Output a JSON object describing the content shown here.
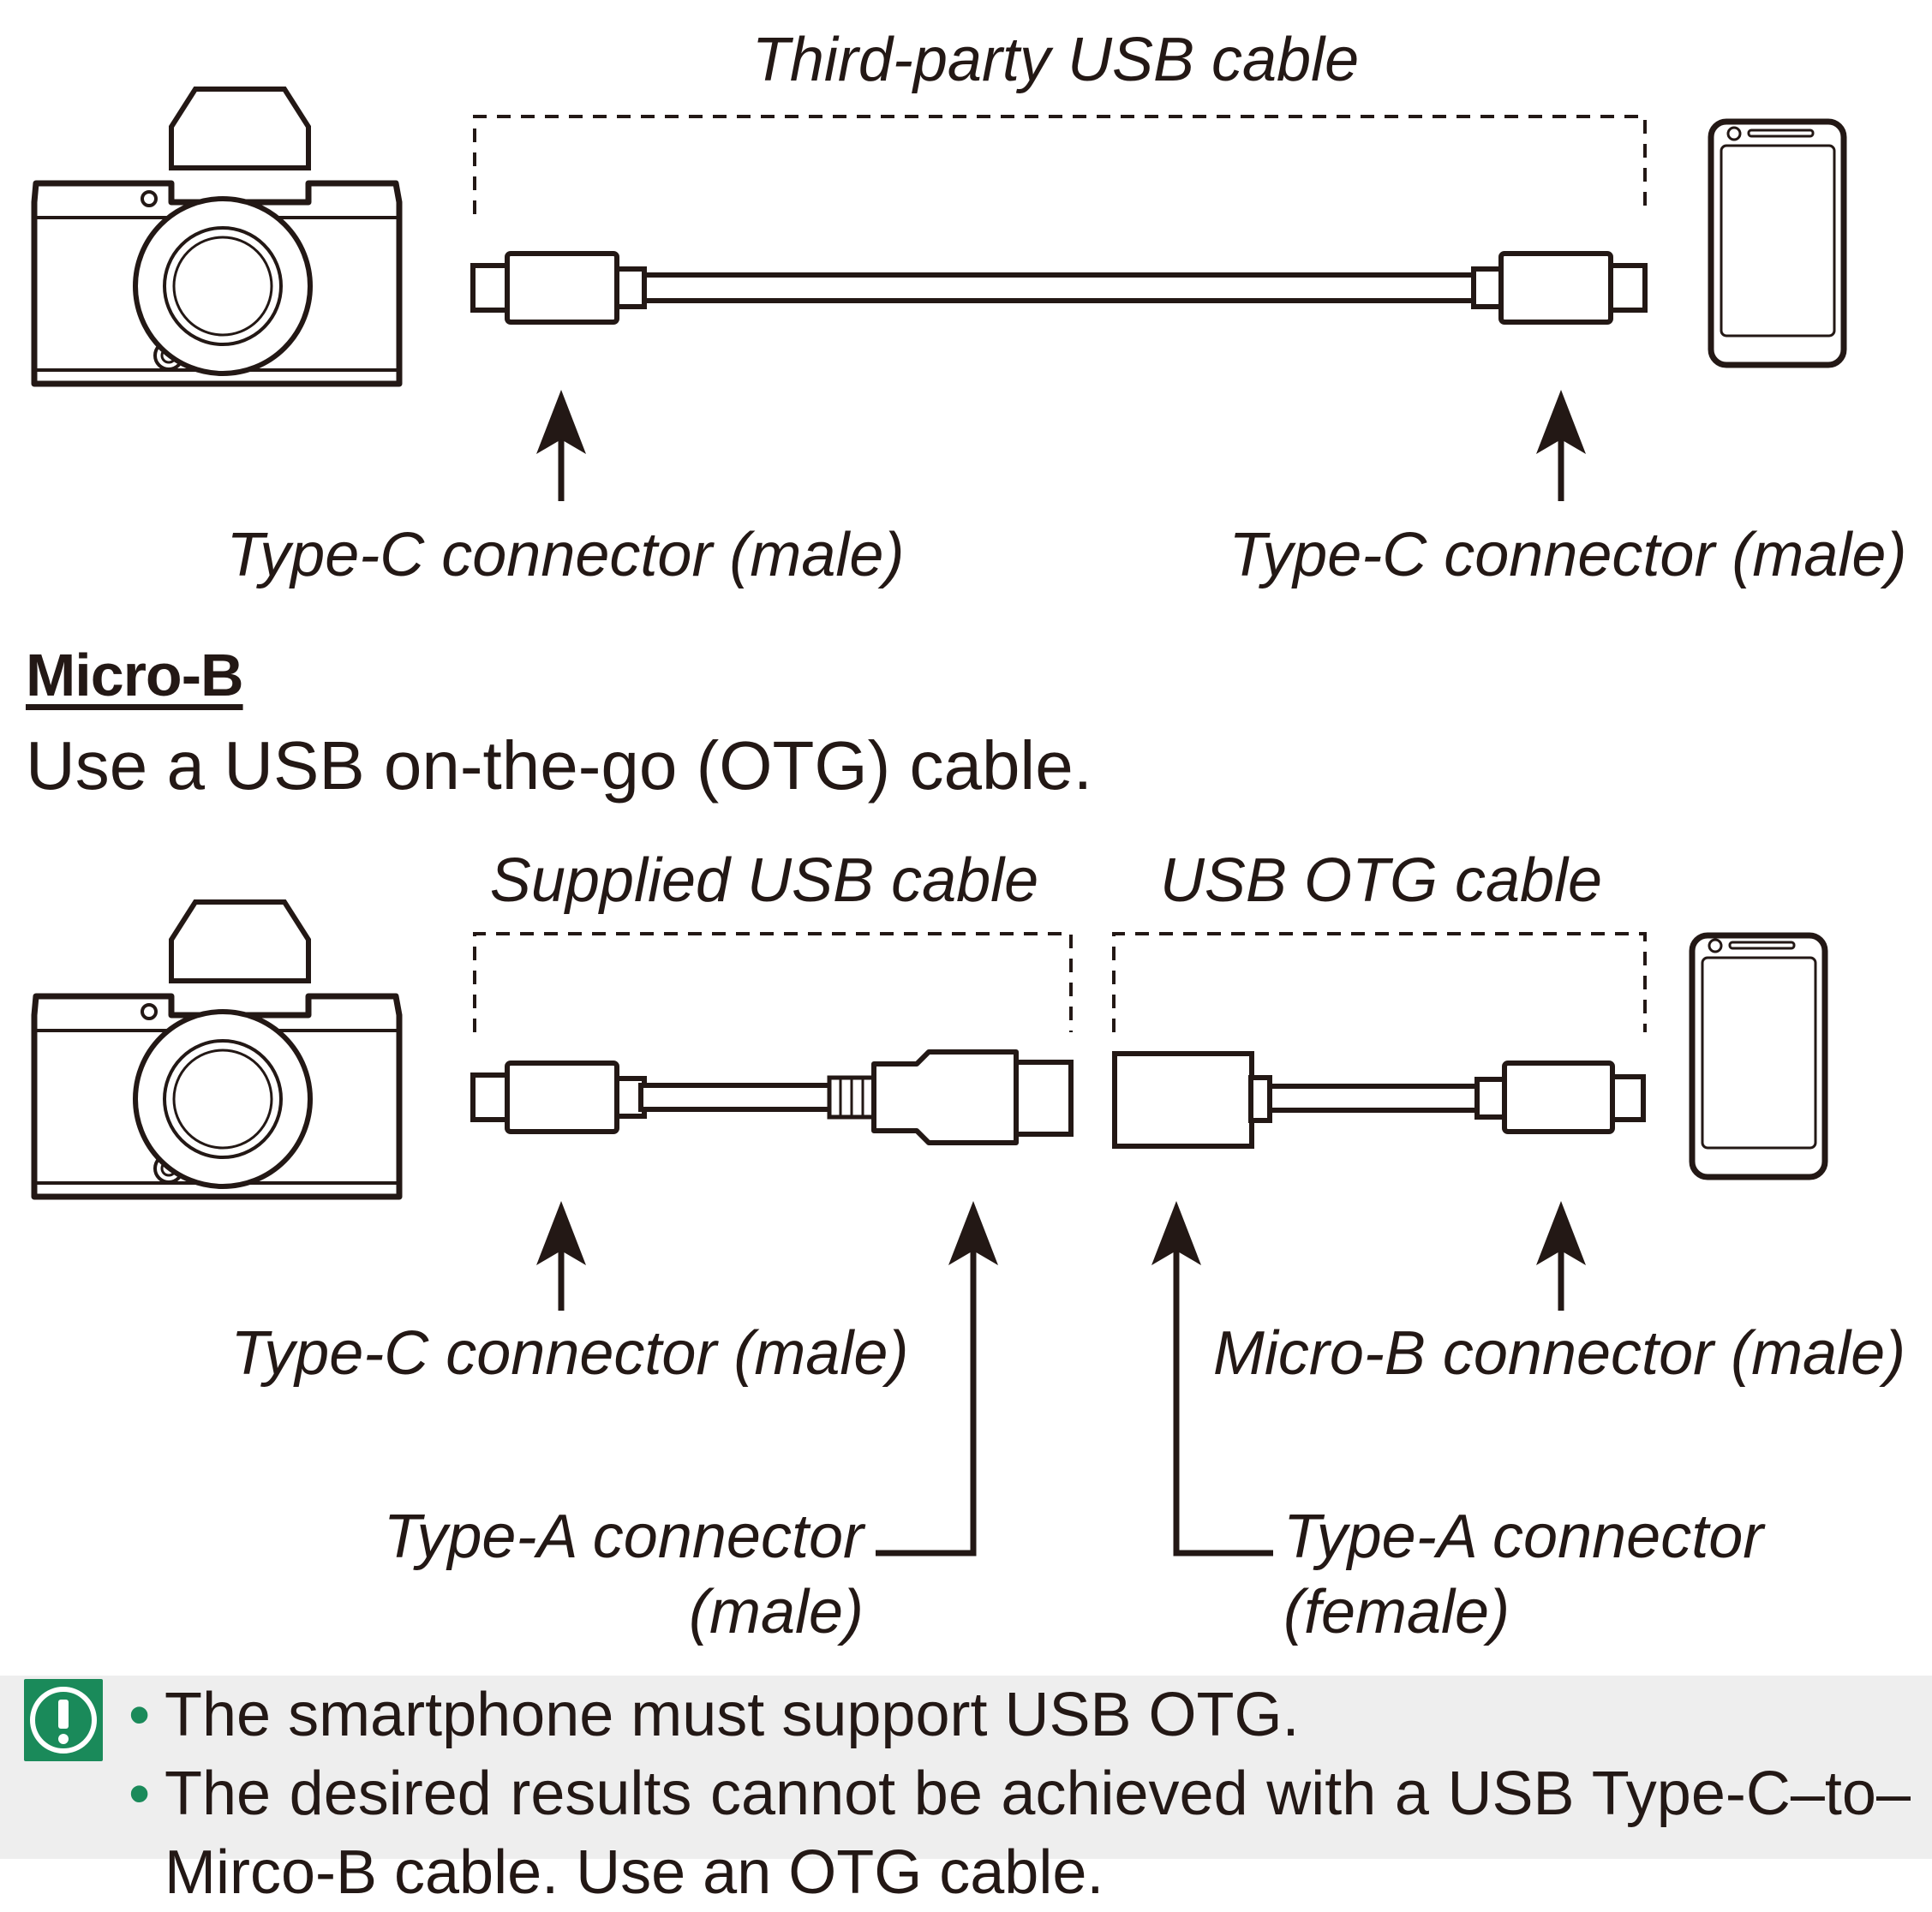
{
  "top_diagram": {
    "cable_label": "Third-party USB cable",
    "left_connector_label": "Type-C connector (male)",
    "right_connector_label": "Type-C connector (male)"
  },
  "micro_b": {
    "heading": "Micro-B",
    "intro": "Use a USB on-the-go (OTG) cable."
  },
  "bottom_diagram": {
    "supplied_cable_label": "Supplied USB cable",
    "otg_cable_label": "USB OTG cable",
    "type_c_label": "Type-C connector (male)",
    "micro_b_label": "Micro-B connector (male)",
    "type_a_male_line1": "Type-A connector",
    "type_a_male_line2": "(male)",
    "type_a_female_line1": "Type-A connector",
    "type_a_female_line2": "(female)"
  },
  "note": {
    "icon": "exclamation-circle-icon",
    "items": [
      "The smartphone must support USB OTG.",
      "The desired results cannot be achieved with a USB Type-C–to–Mirco-B cable. Use an OTG cable."
    ]
  },
  "colors": {
    "ink": "#231815",
    "note_accent": "#1a8a5a",
    "note_background": "#eeeeee"
  }
}
